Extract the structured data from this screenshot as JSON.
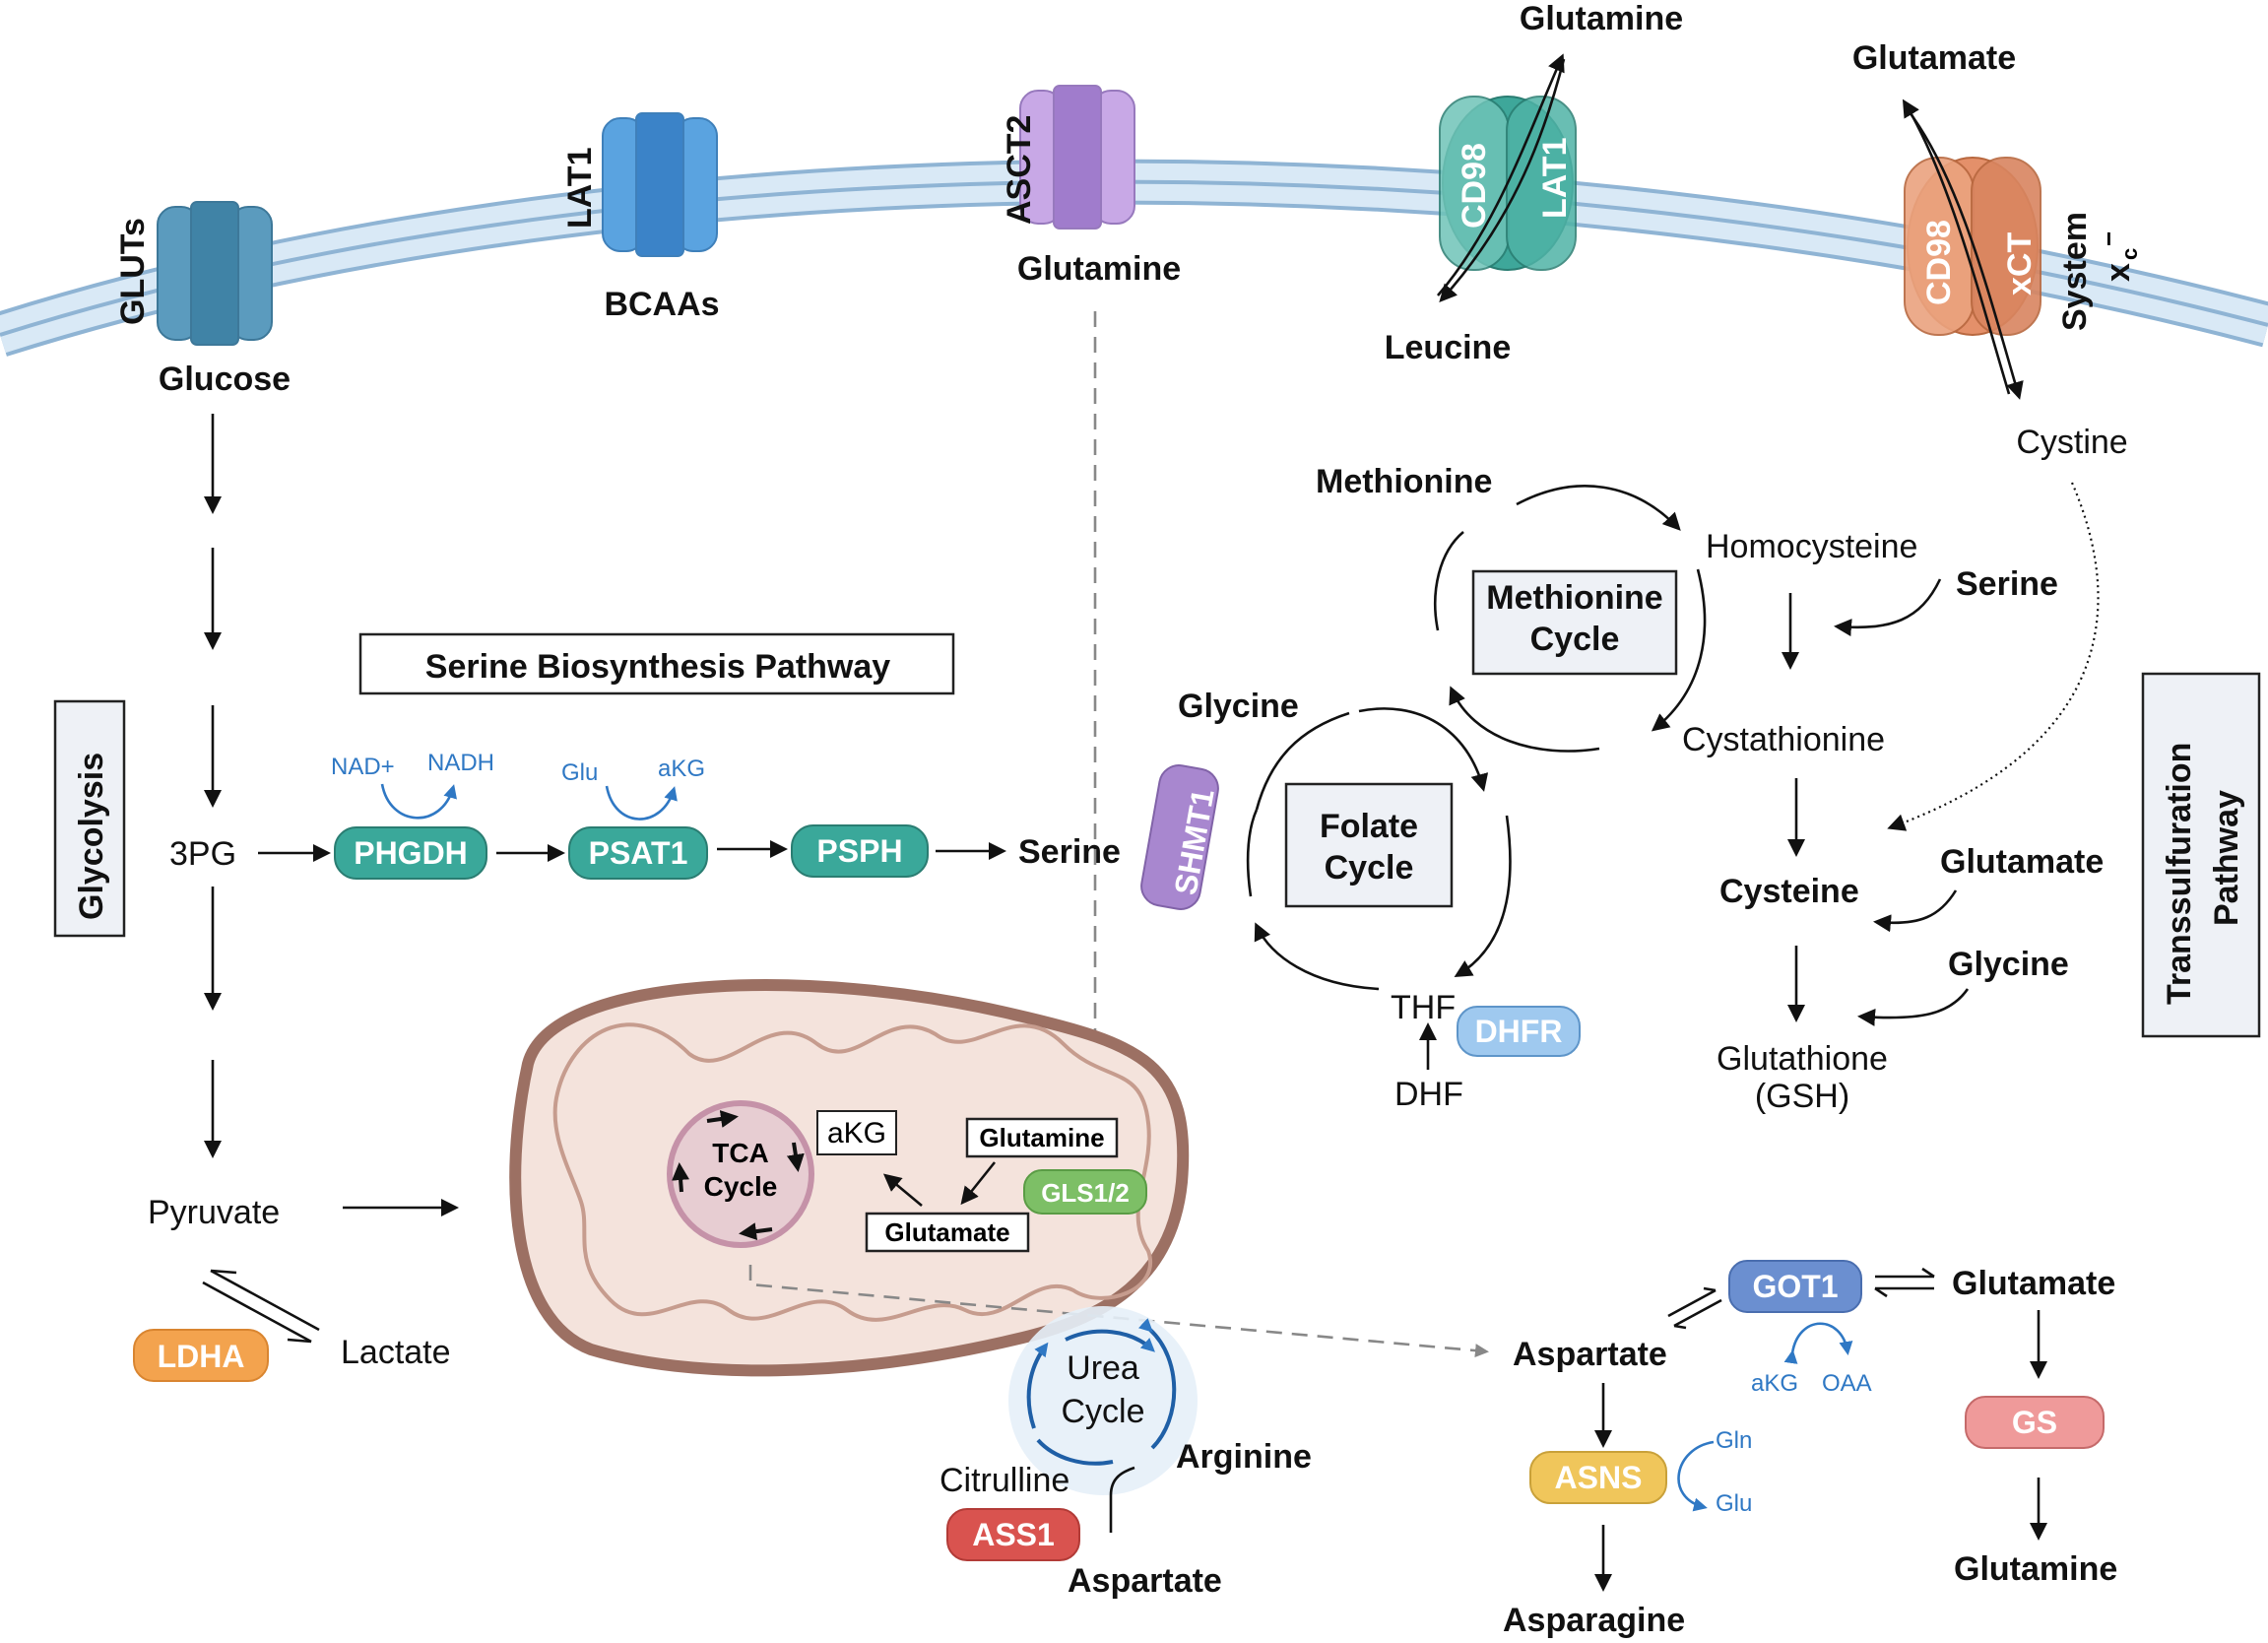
{
  "transporters": {
    "gluts": "GLUTs",
    "lat1": "LAT1",
    "asct2": "ASCT2",
    "cd98_a": "CD98",
    "lat1_b": "LAT1",
    "cd98_b": "CD98",
    "xct": "xCT",
    "system": "System",
    "system_sub": "x",
    "system_sub2": "c",
    "system_sup": "−"
  },
  "membrane_labels": {
    "glucose": "Glucose",
    "bcaas": "BCAAs",
    "glutamine_in": "Glutamine",
    "glutamine_out": "Glutamine",
    "leucine": "Leucine",
    "glutamate_out": "Glutamate",
    "cystine": "Cystine"
  },
  "glycolysis": {
    "box": "Glycolysis",
    "pg3": "3PG",
    "pyruvate": "Pyruvate",
    "lactate": "Lactate",
    "ldha": "LDHA"
  },
  "serine_pathway": {
    "title": "Serine Biosynthesis Pathway",
    "phgdh": "PHGDH",
    "psat1": "PSAT1",
    "psph": "PSPH",
    "serine": "Serine",
    "nad": "NAD+",
    "nadh": "NADH",
    "glu": "Glu",
    "akg": "aKG"
  },
  "one_carbon": {
    "methionine": "Methionine",
    "methionine_cycle": [
      "Methionine",
      "Cycle"
    ],
    "folate_cycle": [
      "Folate",
      "Cycle"
    ],
    "glycine": "Glycine",
    "shmt1": "SHMT1",
    "thf": "THF",
    "dhf": "DHF",
    "dhfr": "DHFR"
  },
  "transsulfuration": {
    "box": [
      "Transsulfuration",
      "Pathway"
    ],
    "homocysteine": "Homocysteine",
    "serine": "Serine",
    "cystathionine": "Cystathionine",
    "cysteine": "Cysteine",
    "glutamate": "Glutamate",
    "glycine": "Glycine",
    "glutathione": [
      "Glutathione",
      "(GSH)"
    ]
  },
  "mitochondria": {
    "tca": [
      "TCA",
      "Cycle"
    ],
    "akg": "aKG",
    "glutamine": "Glutamine",
    "glutamate": "Glutamate",
    "gls": "GLS1/2"
  },
  "urea": {
    "cycle": [
      "Urea",
      "Cycle"
    ],
    "citrulline": "Citrulline",
    "arginine": "Arginine",
    "aspartate": "Aspartate",
    "ass1": "ASS1"
  },
  "aspartate_branch": {
    "aspartate": "Aspartate",
    "got1": "GOT1",
    "glutamate": "Glutamate",
    "akg": "aKG",
    "oaa": "OAA",
    "asns": "ASNS",
    "gln": "Gln",
    "glu": "Glu",
    "asparagine": "Asparagine",
    "gs": "GS",
    "glutamine": "Glutamine"
  },
  "colors": {
    "membrane": "#c9dff0",
    "teal_enzyme": "#3aa89a",
    "purple": "#a887cf",
    "mito_fill": "#f4e3dc",
    "mito_edge": "#9c7063",
    "tca_fill": "#e7cdd2",
    "urea_fill": "#e5eff8",
    "blue": "#2f78c4",
    "ldha": "#f3a34e",
    "ass1": "#d9534f",
    "gs": "#ef9a9a",
    "asns": "#f0c65b",
    "got1": "#6b8fd0",
    "gls": "#7dbf66",
    "dhfr": "#9fc9ef"
  }
}
